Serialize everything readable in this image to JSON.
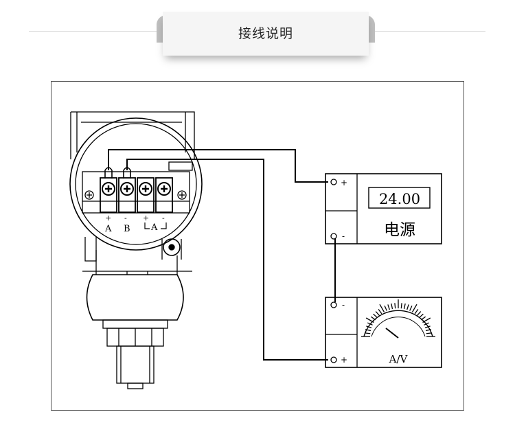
{
  "header": {
    "title": "接线说明"
  },
  "diagram": {
    "terminal_labels": [
      "A",
      "B",
      "A"
    ],
    "terminal_signs": [
      "+",
      "-",
      "+",
      "-"
    ],
    "power_supply": {
      "display_value": "24.00",
      "label": "电源",
      "terminal_plus": "+",
      "terminal_minus": "-"
    },
    "meter": {
      "label": "A/V",
      "terminal_minus": "-",
      "terminal_plus": "+"
    }
  }
}
